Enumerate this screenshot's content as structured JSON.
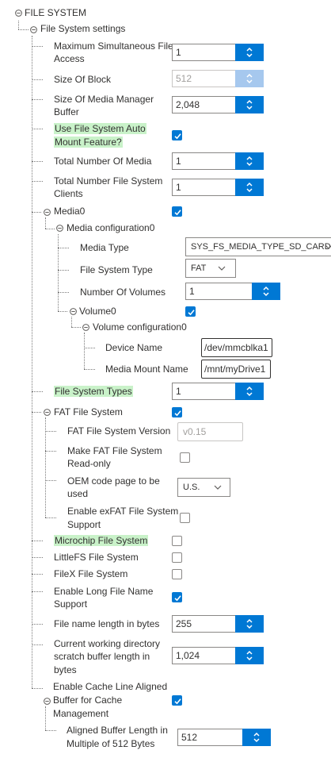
{
  "tree": {
    "root_label": "FILE SYSTEM",
    "settings_label": "File System settings",
    "max_simultaneous": {
      "label_line1": "Maximum Simultaneous File",
      "label_line2": "Access",
      "value": "1"
    },
    "size_of_block": {
      "label": "Size Of Block",
      "value": "512"
    },
    "media_manager_buffer": {
      "label_line1": "Size Of Media Manager",
      "label_line2": "Buffer",
      "value": "2,048"
    },
    "auto_mount": {
      "label_line1": "Use File System Auto",
      "label_line2": "Mount Feature?",
      "checked": true
    },
    "total_media": {
      "label": "Total Number Of Media",
      "value": "1"
    },
    "total_clients": {
      "label_line1": "Total Number File System",
      "label_line2": "Clients",
      "value": "1"
    },
    "media0": {
      "label": "Media0",
      "checked": true
    },
    "media_config_label": "Media configuration0",
    "media_type": {
      "label": "Media Type",
      "value": "SYS_FS_MEDIA_TYPE_SD_CARD"
    },
    "fs_type": {
      "label": "File System Type",
      "value": "FAT"
    },
    "num_volumes": {
      "label": "Number Of Volumes",
      "value": "1"
    },
    "volume0": {
      "label": "Volume0",
      "checked": true
    },
    "volume_config_label": "Volume configuration0",
    "device_name": {
      "label": "Device Name",
      "value": "/dev/mmcblka1"
    },
    "mount_name": {
      "label": "Media Mount Name",
      "value": "/mnt/myDrive1"
    },
    "fs_types": {
      "label": "File System Types",
      "value": "1"
    },
    "fat_fs": {
      "label": "FAT File System",
      "checked": true
    },
    "fat_version": {
      "label": "FAT File System Version",
      "value": "v0.15"
    },
    "fat_readonly": {
      "label_line1": "Make FAT File System",
      "label_line2": "Read-only",
      "checked": false
    },
    "oem_code_page": {
      "label_line1": "OEM code page to be",
      "label_line2": "used",
      "value": "U.S."
    },
    "exfat": {
      "label_line1": "Enable exFAT File System",
      "label_line2": "Support",
      "checked": false
    },
    "microchip_fs": {
      "label": "Microchip File System",
      "checked": false
    },
    "littlefs": {
      "label": "LittleFS File System",
      "checked": false
    },
    "filex": {
      "label": "FileX File System",
      "checked": false
    },
    "long_names": {
      "label_line1": "Enable Long File Name",
      "label_line2": "Support",
      "checked": true
    },
    "name_length": {
      "label": "File name length in bytes",
      "value": "255"
    },
    "cwd_buffer": {
      "label_line1": "Current working directory",
      "label_line2": "scratch buffer length in",
      "label_line3": "bytes",
      "value": "1,024"
    },
    "cache_aligned": {
      "label_line1": "Enable Cache Line Aligned",
      "label_line2": "Buffer for Cache",
      "label_line3": "Management",
      "checked": true
    },
    "aligned_length": {
      "label_line1": "Aligned Buffer Length in",
      "label_line2": "Multiple of 512 Bytes",
      "value": "512"
    }
  },
  "colors": {
    "accent": "#0078d4",
    "highlight": "#c9f2c9",
    "disabled_accent": "#a6c8ee"
  }
}
